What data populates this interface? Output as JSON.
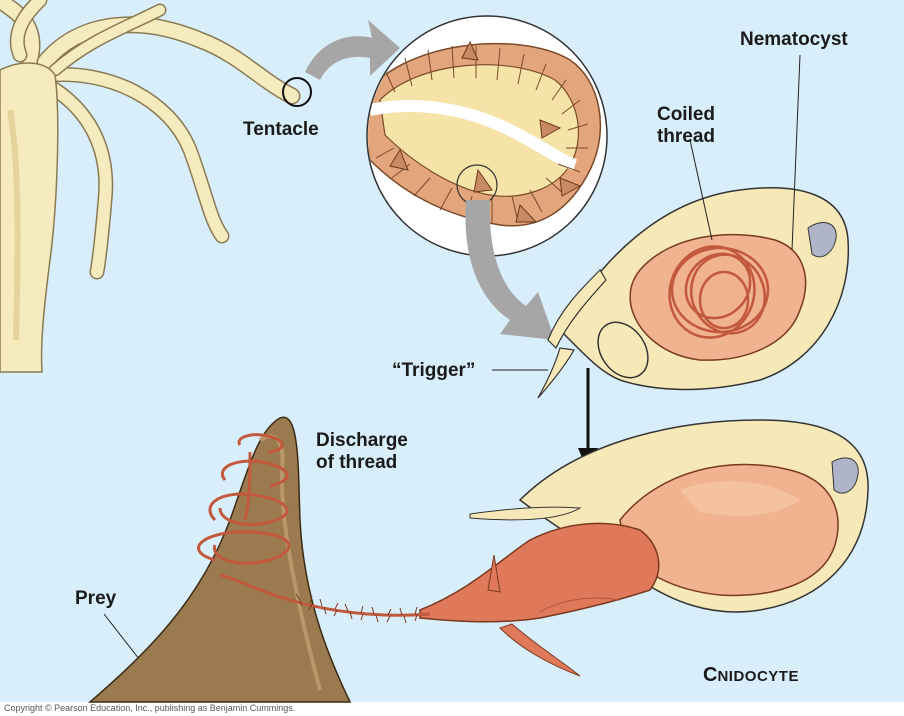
{
  "labels": {
    "tentacle": "Tentacle",
    "nematocyst": "Nematocyst",
    "coiled_thread_line1": "Coiled",
    "coiled_thread_line2": "thread",
    "trigger": "“Trigger”",
    "discharge_line1": "Discharge",
    "discharge_line2": "of thread",
    "prey": "Prey",
    "cnidocyte_first": "C",
    "cnidocyte_rest": "NIDOCYTE"
  },
  "credit": "Copyright © Pearson Education, Inc., publishing as Benjamin Cummings.",
  "colors": {
    "background": "#d9eefb",
    "hydra_body": "#f6ebbf",
    "hydra_outline": "#8a7a52",
    "cell_body": "#f7e9b7",
    "capsule": "#f0b28f",
    "thread": "#e0795a",
    "arrow_gray": "#a6a6a6",
    "prey": "#9b7a4f",
    "nematocyst_dark": "#b0b4c8"
  }
}
